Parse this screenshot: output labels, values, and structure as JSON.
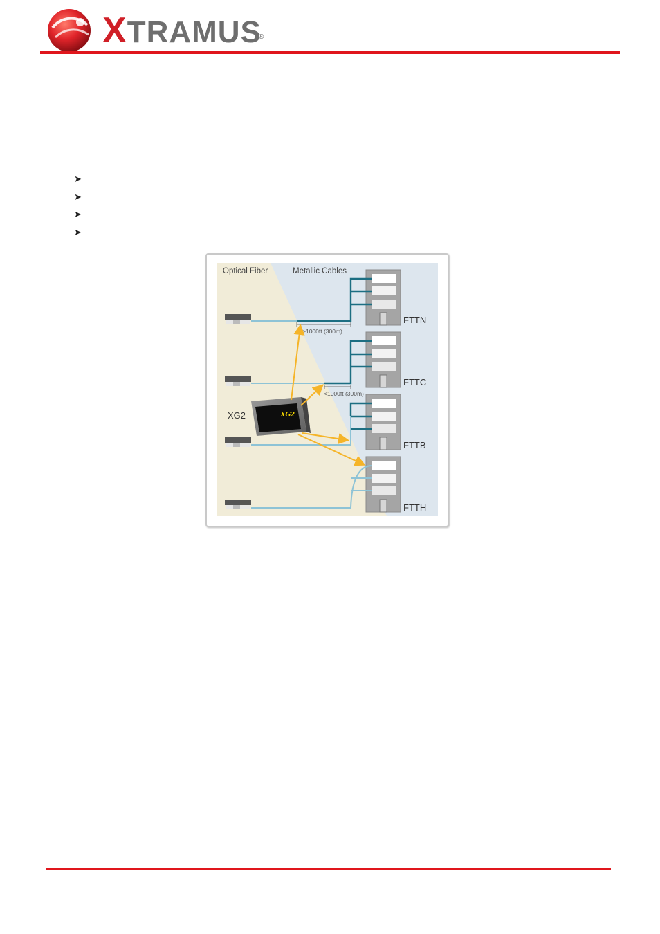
{
  "header": {
    "brand": "TRAMUS",
    "brand_initial": "X",
    "registered_mark": "®",
    "accent_color": "#e0161d"
  },
  "bullets": [
    {
      "icon": "arrowhead-bullet-icon",
      "text": ""
    },
    {
      "icon": "arrowhead-bullet-icon",
      "text": ""
    },
    {
      "icon": "arrowhead-bullet-icon",
      "text": ""
    },
    {
      "icon": "arrowhead-bullet-icon",
      "text": ""
    }
  ],
  "diagram": {
    "zone_fiber_label": "Optical Fiber",
    "zone_metal_label": "Metallic Cables",
    "device_label": "XG2",
    "device_screen_text": "XG2",
    "distance_long": ">1000ft (300m)",
    "distance_short": "<1000ft (300m)",
    "scenarios": [
      "FTTN",
      "FTTC",
      "FTTB",
      "FTTH"
    ],
    "colors": {
      "fiber_zone": "#f1ecd8",
      "metal_zone": "#dde6ee",
      "fiber_line": "#8ec3d6",
      "copper_line": "#1c6e82",
      "arrow": "#f5b428"
    }
  }
}
